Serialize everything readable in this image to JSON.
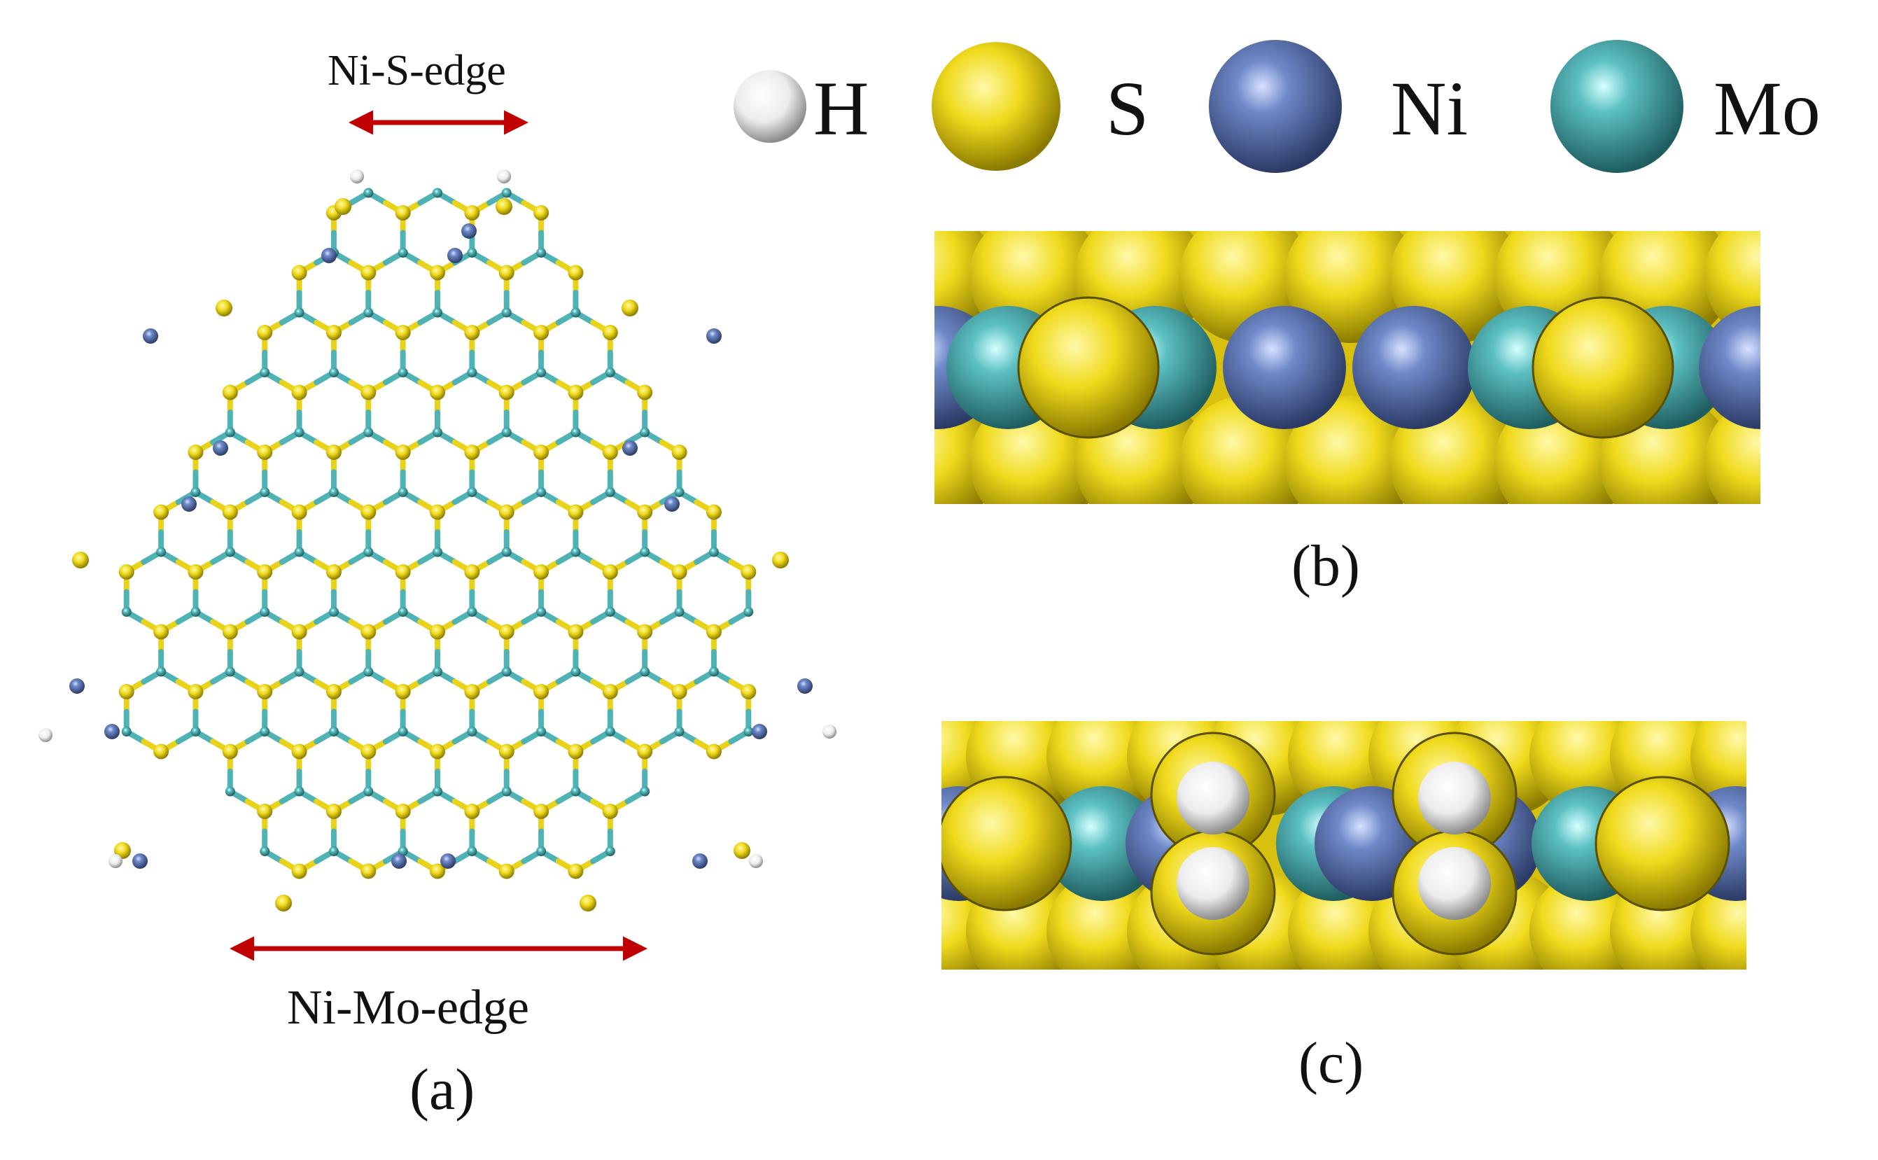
{
  "panel_a": {
    "label": "(a)",
    "top_edge_label": "Ni-S-edge",
    "bottom_edge_label": "Ni-Mo-edge"
  },
  "panel_b": {
    "label": "(b)"
  },
  "panel_c": {
    "label": "(c)"
  },
  "legend": [
    {
      "symbol": "H",
      "color": "#f2f2f2"
    },
    {
      "symbol": "S",
      "color": "#e8d21a"
    },
    {
      "symbol": "Ni",
      "color": "#5d78b8"
    },
    {
      "symbol": "Mo",
      "color": "#4fb3b5"
    }
  ],
  "colors": {
    "S": "#e8d21a",
    "Mo": "#4fb3b5",
    "Ni": "#5d78b8",
    "H": "#f2f2f2",
    "arrow": "#c00000"
  }
}
